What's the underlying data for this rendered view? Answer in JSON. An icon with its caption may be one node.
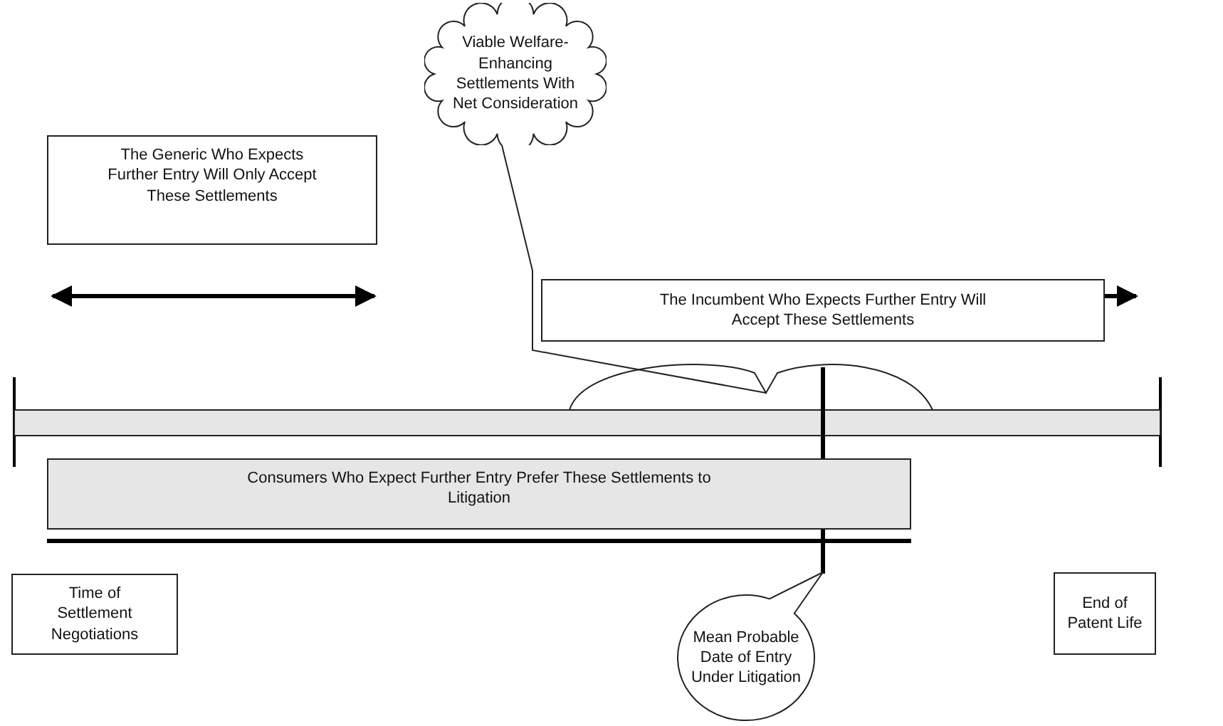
{
  "diagram": {
    "nodes": [
      {
        "text": [
          "Viable Welfare-Enhancing Settlements With Net Consideration"
        ]
      },
      {
        "text": [
          "The Generic Who Expects Further Entry Will Only Accept These Settlements"
        ]
      },
      {
        "text": [
          "The Incumbent Who Expects Further Entry Will Accept These Settlements"
        ]
      },
      {
        "text": [],
        "shape": "bar"
      },
      {
        "text": [],
        "shape": "bracket"
      },
      {
        "text": [
          "Consumers Who Expect Further Entry Prefer These Settlements to Litigation"
        ]
      },
      {
        "text": [
          "Time of Settlement Negotiations"
        ]
      },
      {
        "text": [
          "Mean Probable Date of Entry Under Litigation"
        ]
      },
      {
        "text": [
          "End of Patent Life"
        ]
      }
    ],
    "edges": [
      {
        "from": 0,
        "to": 4,
        "arrow": "none"
      },
      {
        "from": 7,
        "to": 5,
        "arrow": "none",
        "style": "thick"
      }
    ]
  }
}
